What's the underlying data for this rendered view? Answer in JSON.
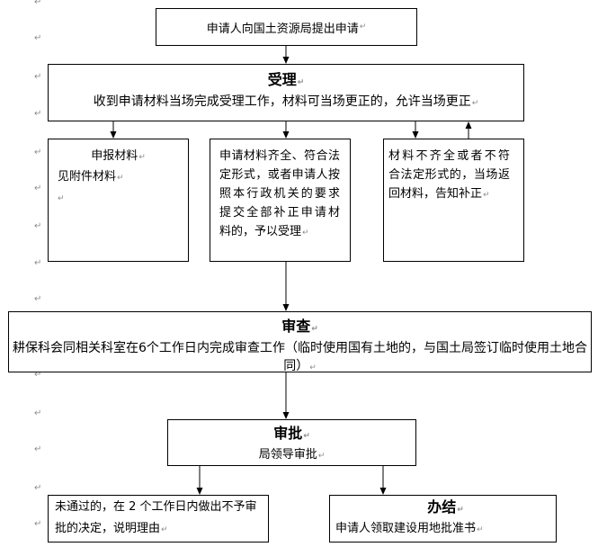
{
  "paragraph_mark": "↵",
  "colors": {
    "line": "#000000",
    "text": "#000000",
    "mark": "#8c8c8c",
    "background": "#ffffff"
  },
  "flowchart": {
    "apply": {
      "text": "申请人向国土资源局提出申请"
    },
    "accept": {
      "title": "受理",
      "body": "收到申请材料当场完成受理工作，材料可当场更正的，允许当场更正"
    },
    "materials": {
      "title": "申报材料",
      "body": "见附件材料"
    },
    "accepted": {
      "lines": [
        "申请材料齐全、符合法",
        "定形式，或者申请人按",
        "照本行政机关的要求",
        "提交全部补正申请材",
        "料的，予以受理"
      ]
    },
    "rejected": {
      "lines": [
        "材料不齐全或者不符",
        "合法定形式的，当场返",
        "回材料，告知补正"
      ]
    },
    "review": {
      "title": "审查",
      "lines": [
        "耕保科会同相关科室在6个工作日内完成审查工作（临时使用国有土地的，与国土局签订临时使用土地合",
        "同）"
      ]
    },
    "approval": {
      "title": "审批",
      "body": "局领导审批"
    },
    "denied": {
      "lines": [
        "未通过的，在 2 个工作日内做出不予审",
        "批的决定，说明理由"
      ]
    },
    "completed": {
      "title": "办结",
      "body": "申请人领取建设用地批准书"
    }
  }
}
